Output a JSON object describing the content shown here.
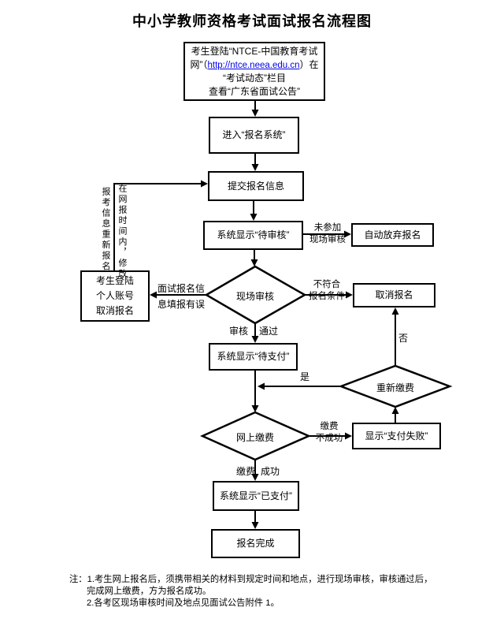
{
  "title": "中小学教师资格考试面试报名流程图",
  "colors": {
    "ink": "#000000",
    "link_blue": "#0000ee",
    "background": "#ffffff"
  },
  "nodes": {
    "notice": {
      "line1": "考生登陆“NTCE-中国教育考试",
      "line2_pre": "网”（",
      "link": "http://ntce.neea.edu.cn",
      "line2_post": "）在",
      "line3": "“考试动态”栏目",
      "line4": "查看“广东省面试公告”"
    },
    "enter_system": "进入“报名系统”",
    "submit_info": "提交报名信息",
    "pending_review": "系统显示“待审核”",
    "auto_abandon": "自动放弃报名",
    "onsite_review": "现场审核",
    "cancel_registration": "取消报名",
    "login_cancel": {
      "line1": "考生登陆",
      "line2": "个人账号",
      "line3": "取消报名"
    },
    "pending_payment": "系统显示“待支付”",
    "repay": "重新缴费",
    "online_payment": "网上缴费",
    "payment_failed": "显示“支付失败”",
    "paid": "系统显示“已支付”",
    "complete": "报名完成"
  },
  "labels": {
    "no_onsite_line1": "未参加",
    "no_onsite_line2": "现场审核",
    "not_qualified_line1": "不符合",
    "not_qualified_line2": "报名条件",
    "info_error_line1": "面试报名信",
    "info_error_line2": "息填报有误",
    "review_left": "审核",
    "review_right": "通过",
    "yes": "是",
    "no": "否",
    "pay_fail_line1": "缴费",
    "pay_fail_line2": "不成功",
    "pay_success_left": "缴费",
    "pay_success_right": "成功",
    "vertical_right_column": "在网报时间内，修改",
    "vertical_left_column": "报考信息重新报名"
  },
  "note": {
    "line1": "注：1.考生网上报名后，须携带相关的材料到规定时间和地点，进行现场审核，审核通过后，",
    "line2": "完成网上缴费，方为报名成功。",
    "line3": "2.各考区现场审核时间及地点见面试公告附件 1。"
  }
}
